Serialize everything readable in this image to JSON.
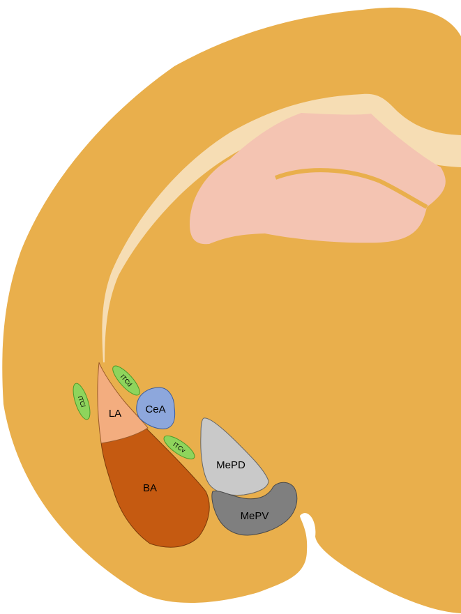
{
  "regions": {
    "itcd": {
      "label": "ITCd",
      "color": "#8ED45C"
    },
    "itcl": {
      "label": "ITCl",
      "color": "#8ED45C"
    },
    "itcv": {
      "label": "ITCv",
      "color": "#8ED45C"
    },
    "cea": {
      "label": "CeA",
      "color": "#8DA7DC"
    },
    "la": {
      "label": "LA",
      "color": "#F3AD7F"
    },
    "ba": {
      "label": "BA",
      "color": "#C55A11"
    },
    "mepd": {
      "label": "MePD",
      "color": "#C9C9C9"
    },
    "mepv": {
      "label": "MePV",
      "color": "#7F7F7F"
    }
  },
  "colors": {
    "brain_tissue": "#E9AF4C",
    "white_matter_tract": "#F6DDB4",
    "hippocampus": "#F4C4B2",
    "itc_outline": "#4A9A2A",
    "outline": "#555555"
  }
}
